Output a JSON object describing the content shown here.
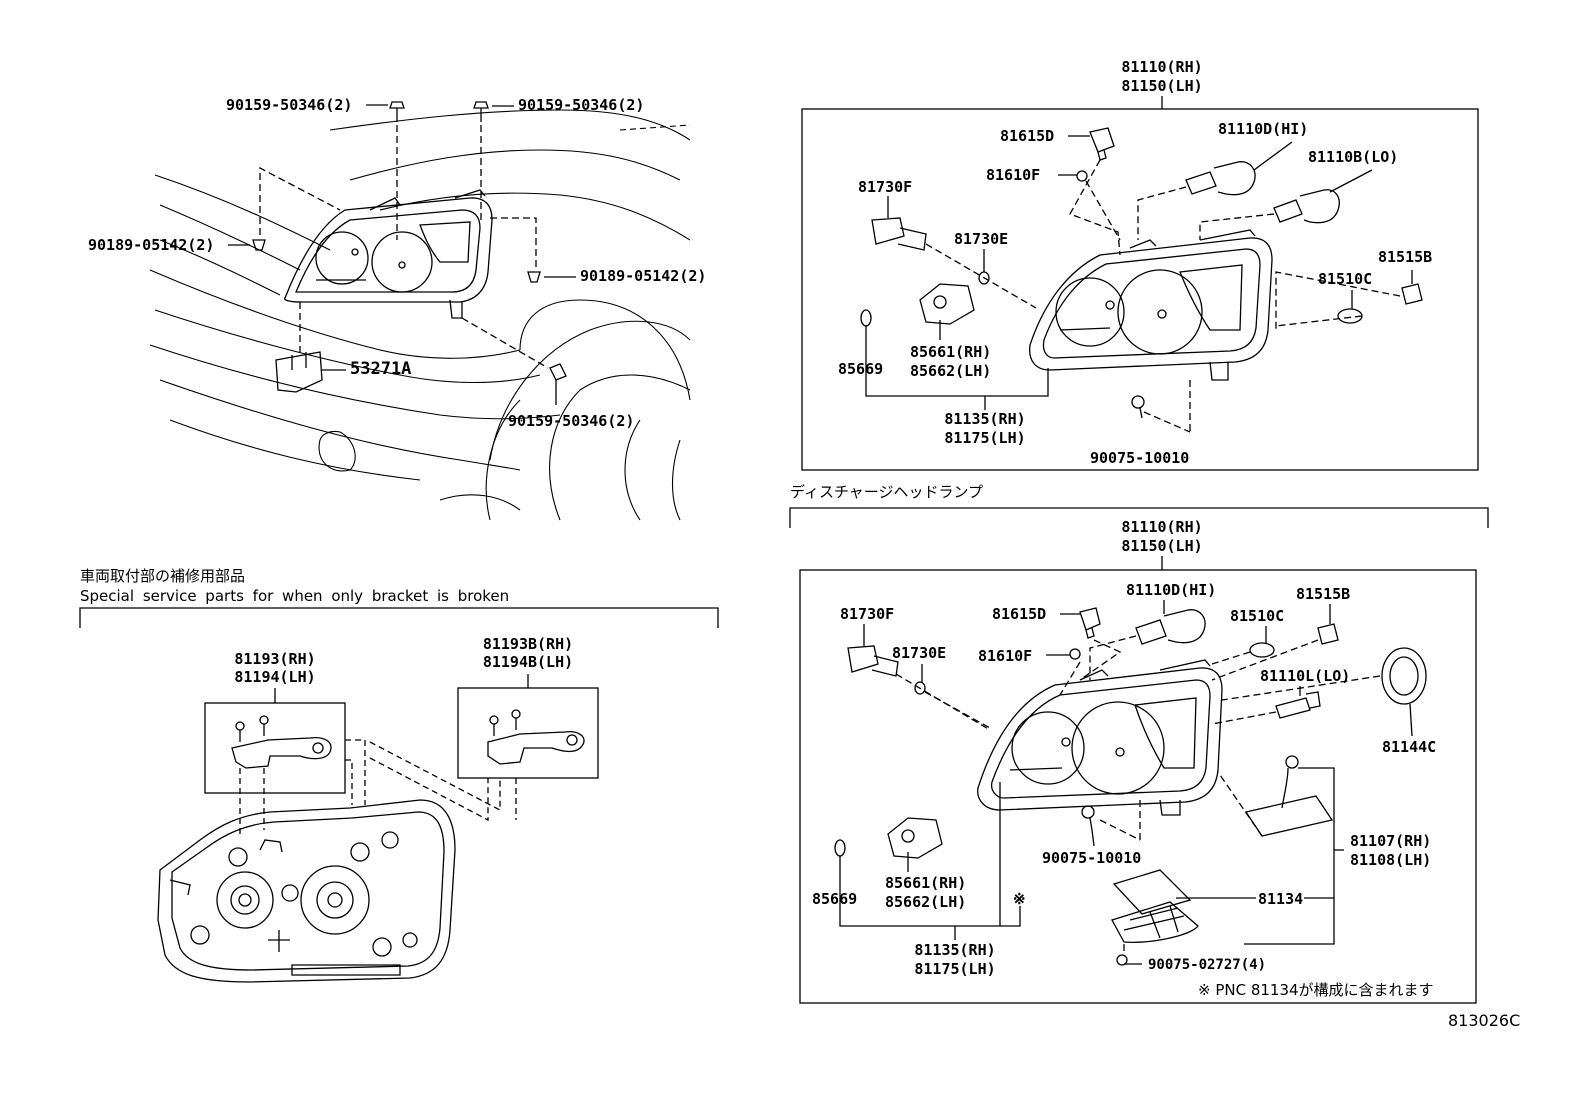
{
  "overview": {
    "bolt_top_left": "90159-50346(2)",
    "bolt_top_right": "90159-50346(2)",
    "clip_left": "90189-05142(2)",
    "clip_right": "90189-05142(2)",
    "bracket": "53271A",
    "bolt_bottom": "90159-50346(2)"
  },
  "bracket_repair": {
    "title_jp": "車両取付部の補修用部品",
    "title_en": "Special service parts for when only bracket is broken",
    "kit_a": [
      "81193(RH)",
      "81194(LH)"
    ],
    "kit_b": [
      "81193B(RH)",
      "81194B(LH)"
    ]
  },
  "halogen": {
    "assembly": [
      "81110(RH)",
      "81150(LH)"
    ],
    "socket_d": "81615D",
    "bulb_hi": "81110D(HI)",
    "bulb_lo": "81110B(LO)",
    "gasket_f": "81610F",
    "socket_f": "81730F",
    "bulb_e": "81730E",
    "socket_b": "81515B",
    "bulb_c": "81510C",
    "oring": "85669",
    "module": [
      "85661(RH)",
      "85662(LH)"
    ],
    "housing": [
      "81135(RH)",
      "81175(LH)"
    ],
    "screw": "90075-10010"
  },
  "discharge": {
    "title_jp": "ディスチャージヘッドランプ",
    "assembly": [
      "81110(RH)",
      "81150(LH)"
    ],
    "socket_f": "81730F",
    "socket_d": "81615D",
    "bulb_hi": "81110D(HI)",
    "bulb_c": "81510C",
    "socket_b": "81515B",
    "bulb_e": "81730E",
    "gasket_f": "81610F",
    "bulb_lo": "81110L(LO)",
    "cap": "81144C",
    "ballast": [
      "81107(RH)",
      "81108(LH)"
    ],
    "cover": "81134",
    "screw_a": "90075-10010",
    "screw_b": "90075-02727(4)",
    "oring": "85669",
    "module": [
      "85661(RH)",
      "85662(LH)"
    ],
    "housing": [
      "81135(RH)",
      "81175(LH)"
    ],
    "note_mark": "※",
    "note": "※ PNC 81134が構成に含まれます"
  },
  "figure_id": "813026C"
}
